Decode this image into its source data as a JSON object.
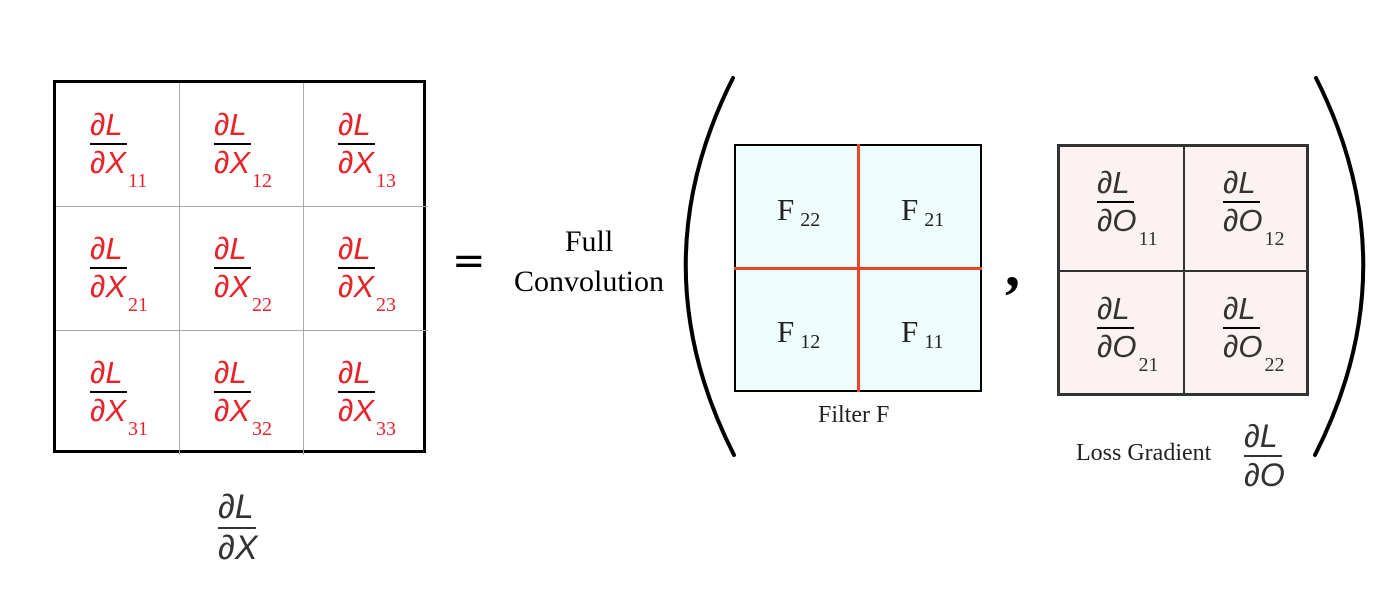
{
  "symbols": {
    "partial": "∂",
    "loss": "L"
  },
  "input_gradient": {
    "cells": [
      {
        "var": "X",
        "sub": "11"
      },
      {
        "var": "X",
        "sub": "12"
      },
      {
        "var": "X",
        "sub": "13"
      },
      {
        "var": "X",
        "sub": "21"
      },
      {
        "var": "X",
        "sub": "22"
      },
      {
        "var": "X",
        "sub": "23"
      },
      {
        "var": "X",
        "sub": "31"
      },
      {
        "var": "X",
        "sub": "32"
      },
      {
        "var": "X",
        "sub": "33"
      }
    ],
    "label_var": "X"
  },
  "equals": "=",
  "operation": {
    "line1": "Full",
    "line2": "Convolution"
  },
  "filter": {
    "cells": [
      {
        "name": "F",
        "sub": "22"
      },
      {
        "name": "F",
        "sub": "21"
      },
      {
        "name": "F",
        "sub": "12"
      },
      {
        "name": "F",
        "sub": "11"
      }
    ],
    "caption": "Filter F"
  },
  "separator": ",",
  "loss_gradient": {
    "cells": [
      {
        "var": "O",
        "sub": "11"
      },
      {
        "var": "O",
        "sub": "12"
      },
      {
        "var": "O",
        "sub": "21"
      },
      {
        "var": "O",
        "sub": "22"
      }
    ],
    "caption": "Loss Gradient",
    "caption_var": "O"
  },
  "colors": {
    "input_text": "#e8232a",
    "filter_bg": "#effcfd",
    "filter_lines": "#e8452a",
    "loss_bg": "#fcf2f1"
  }
}
